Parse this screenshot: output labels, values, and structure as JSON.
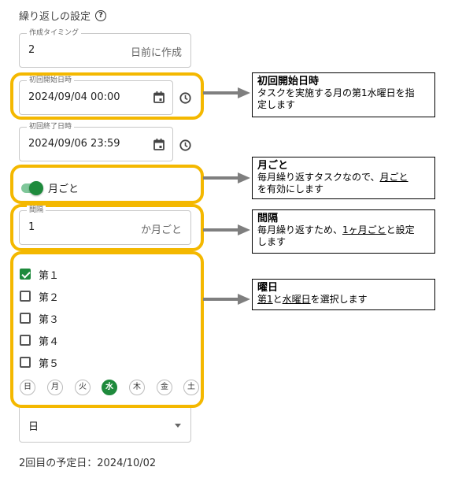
{
  "title": "繰り返しの設定",
  "timing": {
    "legend": "作成タイミング",
    "value": "2",
    "suffix": "日前に作成"
  },
  "start": {
    "legend": "初回開始日時",
    "value": "2024/09/04 00:00"
  },
  "end": {
    "legend": "初回終了日時",
    "value": "2024/09/06 23:59"
  },
  "monthly_toggle": {
    "label": "月ごと",
    "on": true
  },
  "interval": {
    "legend": "間隔",
    "value": "1",
    "suffix": "か月ごと"
  },
  "weeks": [
    {
      "label": "第１",
      "checked": true
    },
    {
      "label": "第２",
      "checked": false
    },
    {
      "label": "第３",
      "checked": false
    },
    {
      "label": "第４",
      "checked": false
    },
    {
      "label": "第５",
      "checked": false
    }
  ],
  "weekdays": [
    {
      "label": "日",
      "selected": false
    },
    {
      "label": "月",
      "selected": false
    },
    {
      "label": "火",
      "selected": false
    },
    {
      "label": "水",
      "selected": true
    },
    {
      "label": "木",
      "selected": false
    },
    {
      "label": "金",
      "selected": false
    },
    {
      "label": "土",
      "selected": false
    }
  ],
  "day_select": {
    "value": "日"
  },
  "next_date": "2回目の予定日：2024/10/02",
  "callouts": {
    "start": {
      "title": "初回開始日時",
      "line1": "タスクを実施する月の第1水曜日を指",
      "line2": "定します"
    },
    "monthly": {
      "title": "月ごと",
      "line1_a": "毎月繰り返すタスクなので、",
      "line1_u": "月ごと",
      "line2": "を有効にします"
    },
    "interval": {
      "title": "間隔",
      "line1_a": "毎月繰り返すため、",
      "line1_u": "1ヶ月ごと",
      "line1_b": "と設定",
      "line2": "します"
    },
    "weekday": {
      "title": "曜日",
      "u1": "第1",
      "mid": "と",
      "u2": "水曜日",
      "tail": "を選択します"
    }
  },
  "colors": {
    "accent": "#1e8a3c",
    "highlight": "#f4b800",
    "arrow": "#7f7f7f"
  }
}
